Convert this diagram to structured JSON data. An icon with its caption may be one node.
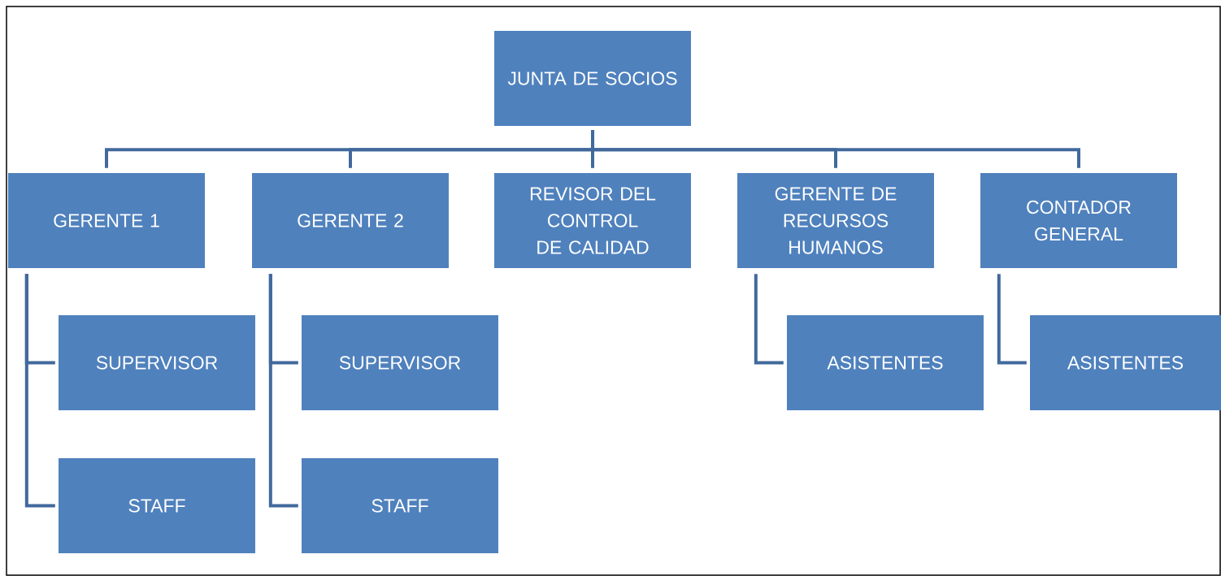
{
  "diagram": {
    "nodes": [
      {
        "text": [
          "JUNTA DE SOCIOS"
        ]
      },
      {
        "text": [
          "GERENTE 1"
        ]
      },
      {
        "text": [
          "GERENTE 2"
        ]
      },
      {
        "text": [
          "REVISOR DEL CONTROL DE CALIDAD"
        ]
      },
      {
        "text": [
          "GERENTE DE RECURSOS HUMANOS"
        ]
      },
      {
        "text": [
          "CONTADOR GENERAL"
        ]
      },
      {
        "text": [
          "SUPERVISOR"
        ]
      },
      {
        "text": [
          "SUPERVISOR"
        ]
      },
      {
        "text": [
          "ASISTENTES"
        ]
      },
      {
        "text": [
          "ASISTENTES"
        ]
      },
      {
        "text": [
          "STAFF"
        ]
      },
      {
        "text": [
          "STAFF"
        ]
      }
    ],
    "edges": [
      {
        "from": 0,
        "to": 1,
        "arrow": "none"
      },
      {
        "from": 0,
        "to": 2,
        "arrow": "none"
      },
      {
        "from": 0,
        "to": 3,
        "arrow": "none"
      },
      {
        "from": 0,
        "to": 4,
        "arrow": "none"
      },
      {
        "from": 0,
        "to": 5,
        "arrow": "none"
      },
      {
        "from": 1,
        "to": 6,
        "arrow": "none"
      },
      {
        "from": 1,
        "to": 10,
        "arrow": "none"
      },
      {
        "from": 2,
        "to": 7,
        "arrow": "none"
      },
      {
        "from": 2,
        "to": 11,
        "arrow": "none"
      },
      {
        "from": 4,
        "to": 8,
        "arrow": "none"
      },
      {
        "from": 5,
        "to": 9,
        "arrow": "none"
      }
    ]
  }
}
